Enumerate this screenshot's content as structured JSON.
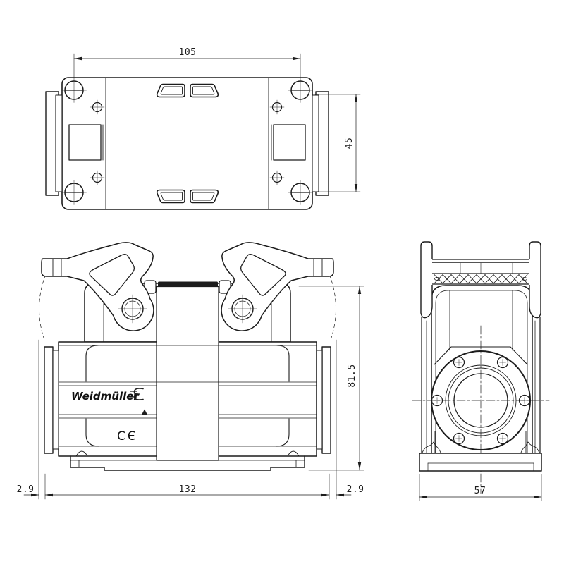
{
  "page": {
    "background": "#ffffff",
    "ink": "#1c1c1c"
  },
  "brand": {
    "name": "Weidmüller",
    "ce_mark": "CЄ"
  },
  "views": {
    "top": {
      "dim_width_mm": "105",
      "dim_depth_mm": "45"
    },
    "front": {
      "dim_left_offset_mm": "2.9",
      "dim_body_width_mm": "132",
      "dim_right_offset_mm": "2.9",
      "dim_height_mm": "81.5"
    },
    "side": {
      "dim_width_mm": "57"
    }
  }
}
